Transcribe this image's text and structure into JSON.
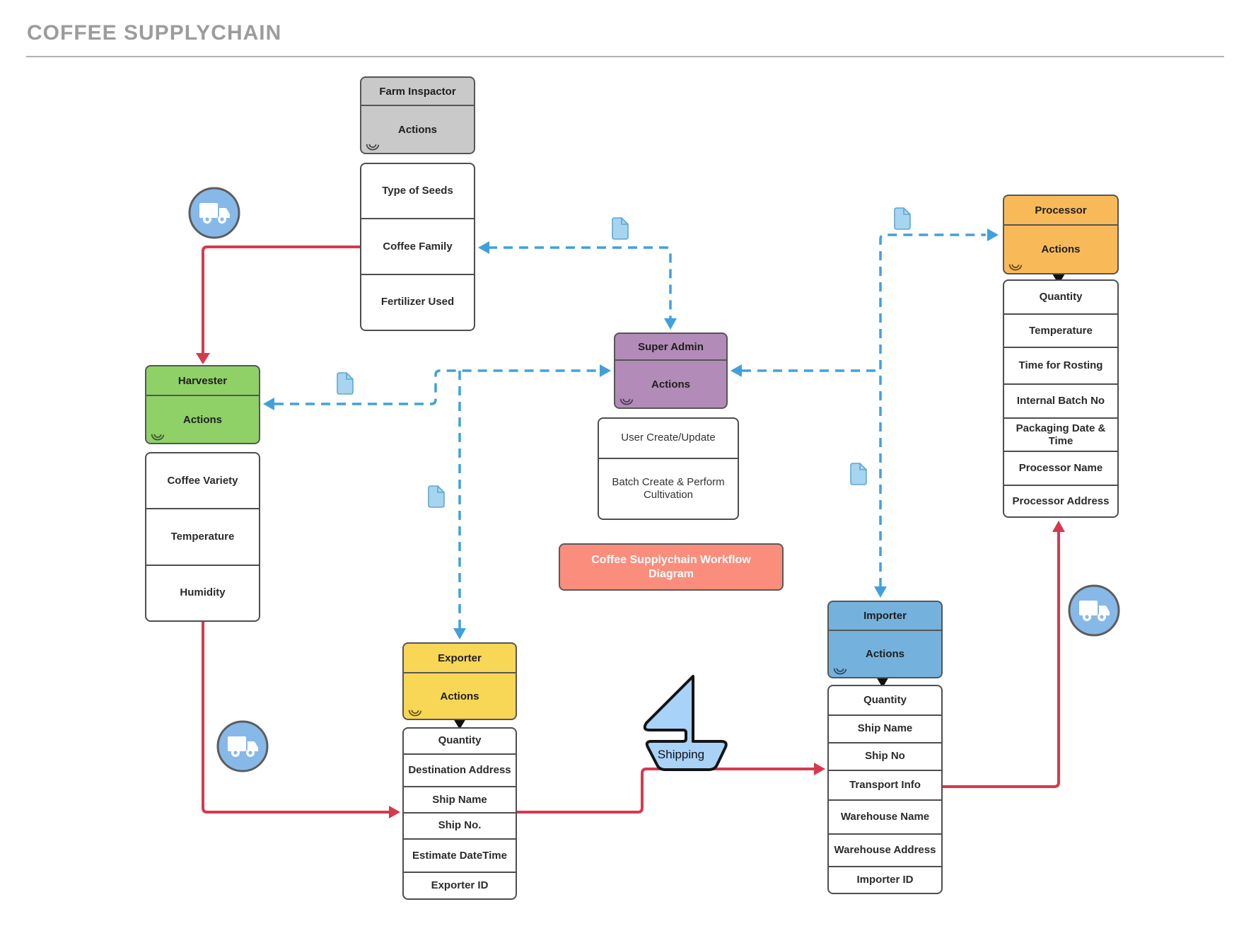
{
  "title": "COFFEE SUPPLYCHAIN",
  "workflow_box_label": "Coffee Supplychain Workflow Diagram",
  "ship": {
    "label": "Shipping"
  },
  "entities": {
    "farm_inspector": {
      "title": "Farm Inspactor",
      "actions_label": "Actions",
      "color": "#c9c9c9",
      "attributes": [
        "Type of Seeds",
        "Coffee Family",
        "Fertilizer Used"
      ]
    },
    "harvester": {
      "title": "Harvester",
      "actions_label": "Actions",
      "color": "#8fd067",
      "attributes": [
        "Coffee Variety",
        "Temperature",
        "Humidity"
      ]
    },
    "super_admin": {
      "title": "Super Admin",
      "actions_label": "Actions",
      "color": "#b28bb8",
      "attributes": [
        "User Create/Update",
        "Batch Create & Perform Cultivation"
      ]
    },
    "exporter": {
      "title": "Exporter",
      "actions_label": "Actions",
      "color": "#f8d656",
      "attributes": [
        "Quantity",
        "Destination Address",
        "Ship Name",
        "Ship No.",
        "Estimate DateTime",
        "Exporter ID"
      ]
    },
    "importer": {
      "title": "Importer",
      "actions_label": "Actions",
      "color": "#74b2dd",
      "attributes": [
        "Quantity",
        "Ship Name",
        "Ship No",
        "Transport Info",
        "Warehouse Name",
        "Warehouse Address",
        "Importer ID"
      ]
    },
    "processor": {
      "title": "Processor",
      "actions_label": "Actions",
      "color": "#f8ba59",
      "attributes": [
        "Quantity",
        "Temperature",
        "Time for Rosting",
        "Internal Batch No",
        "Packaging Date & Time",
        "Processor Name",
        "Processor Address"
      ]
    }
  },
  "icons": {
    "truck": "truck-in-blue-circle",
    "document": "blue-page-with-folded-corner",
    "ship": "blue-sailboat",
    "swirl": "spiral-corner-marker"
  },
  "colors": {
    "red_connector": "#d6394e",
    "blue_connector": "#41a0dc",
    "workflow_box_fill": "#fa8d7c",
    "doc_icon_fill": "#a7d4ef",
    "truck_circle_fill": "#86b9e7",
    "ship_fill": "#a9d2f9",
    "title_gray": "#9c9c9c"
  }
}
